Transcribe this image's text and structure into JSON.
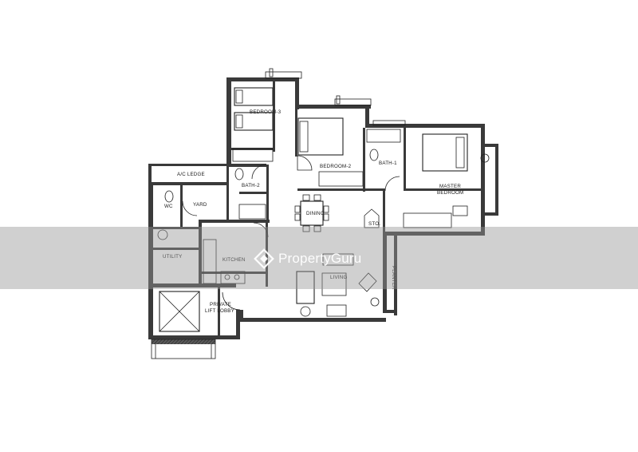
{
  "rooms": {
    "bedroom3": "BEDROOM-3",
    "bedroom2": "BEDROOM-2",
    "bath1": "BATH-1",
    "master_line1": "MASTER",
    "master_line2": "BEDROOM",
    "ac_ledge": "A/C LEDGE",
    "wc": "WC",
    "yard": "YARD",
    "bath2": "BATH-2",
    "dining": "DINING",
    "sto": "STO.",
    "utility": "UTILITY",
    "kitchen": "KITCHEN",
    "living": "LIVING",
    "planter": "PLANTER",
    "lobby_line1": "PRIVATE",
    "lobby_line2": "LIFT LOBBY"
  },
  "watermark": {
    "brand": "PropertyGuru"
  },
  "colors": {
    "wall": "#3a3a3a",
    "band": "#969696",
    "watermark_text": "#ffffff"
  }
}
